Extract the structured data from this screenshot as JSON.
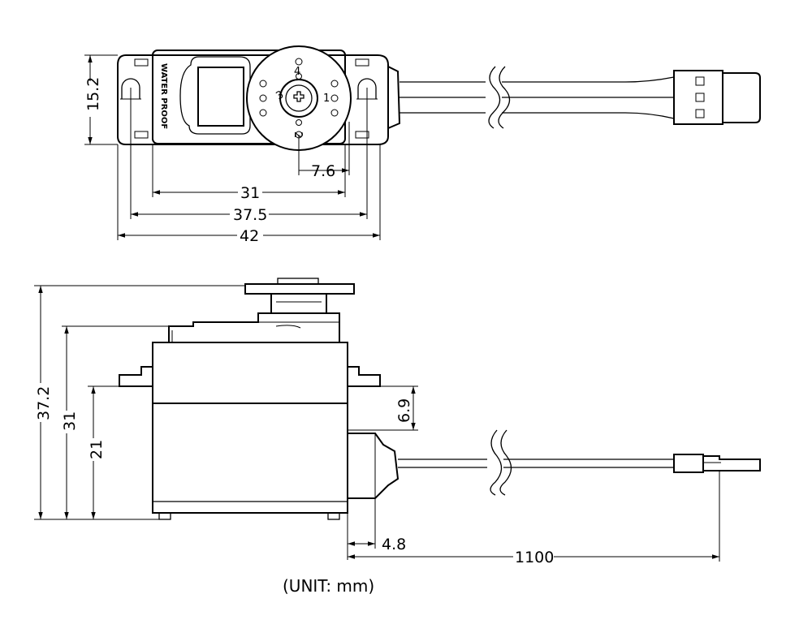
{
  "title": "",
  "top_view": {
    "height_label": "15.2",
    "hole_spacing_label": "7.6",
    "body_width_label": "31",
    "hole_center_label": "37.5",
    "overall_width_label": "42",
    "case_text": "WATER PROOF",
    "horn_hole_numbers": [
      "4",
      "3",
      "2",
      "1"
    ]
  },
  "side_view": {
    "overall_height_label": "37.2",
    "case_height_label": "31",
    "flange_height_label": "21",
    "flange_to_top_label": "6.9",
    "grommet_label": "4.8",
    "cable_length_label": "1100"
  },
  "unit_note": "(UNIT: mm)"
}
